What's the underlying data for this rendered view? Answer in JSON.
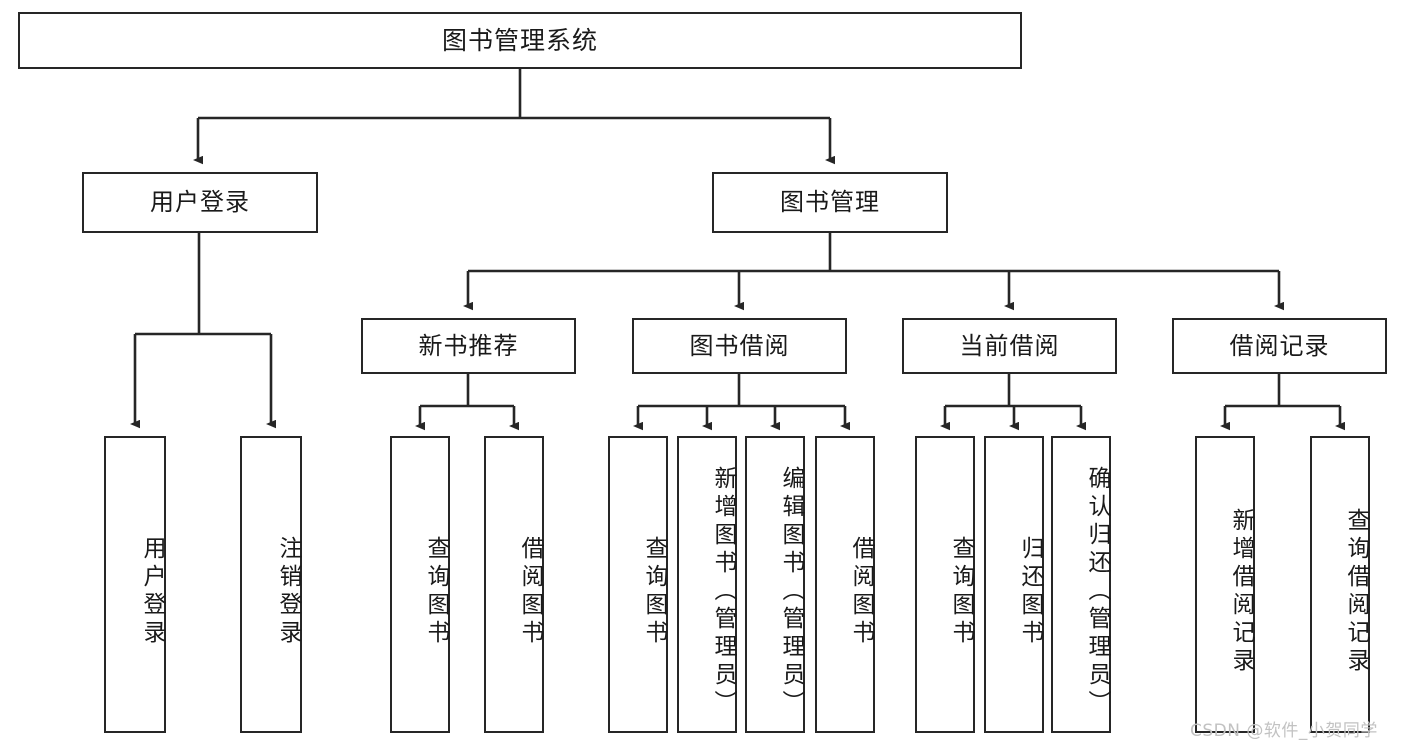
{
  "diagram": {
    "title": "图书管理系统",
    "type": "tree-hierarchy-chart",
    "style": {
      "background": "#ffffff",
      "border_color": "#262626",
      "text_color": "#1a1a1a",
      "connector_color": "#262626",
      "watermark_color": "#c2c2c2"
    }
  },
  "root": {
    "label": "图书管理系统"
  },
  "level2": [
    {
      "label": "用户登录"
    },
    {
      "label": "图书管理"
    }
  ],
  "level3": [
    {
      "label": "新书推荐"
    },
    {
      "label": "图书借阅"
    },
    {
      "label": "当前借阅"
    },
    {
      "label": "借阅记录"
    }
  ],
  "leaves": {
    "user_login": [
      {
        "label": "用户登录"
      },
      {
        "label": "注销登录"
      }
    ],
    "new_book_recommend": [
      {
        "label": "查询图书"
      },
      {
        "label": "借阅图书"
      }
    ],
    "book_borrow": [
      {
        "label": "查询图书"
      },
      {
        "label": "新增图书（管理员）"
      },
      {
        "label": "编辑图书（管理员）"
      },
      {
        "label": "借阅图书"
      }
    ],
    "current_borrow": [
      {
        "label": "查询图书"
      },
      {
        "label": "归还图书"
      },
      {
        "label": "确认归还（管理员）"
      }
    ],
    "borrow_record": [
      {
        "label": "新增借阅记录"
      },
      {
        "label": "查询借阅记录"
      }
    ]
  },
  "watermark": {
    "text": "CSDN @软件_小贺同学"
  }
}
